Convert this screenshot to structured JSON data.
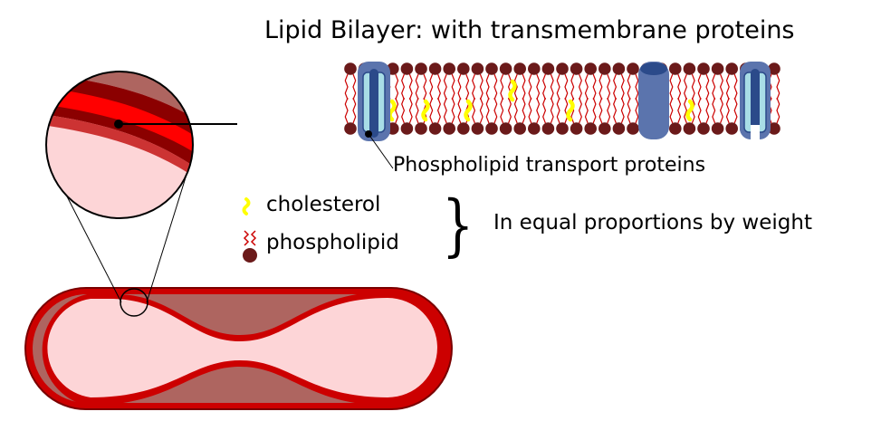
{
  "title": "Lipid Bilayer: with transmembrane proteins",
  "labels": {
    "transport_proteins": "Phospholipid transport proteins",
    "equal_proportions": "In equal proportions by weight"
  },
  "legend": {
    "cholesterol": "cholesterol",
    "phospholipid": "phospholipid"
  },
  "colors": {
    "membrane_red": "#cc0000",
    "bright_red": "#ff0000",
    "dark_red": "#8b0000",
    "cell_interior": "#fdd5d7",
    "cell_concave": "#ae6560",
    "head_maroon": "#6b1a1a",
    "protein_blue": "#5b74ad",
    "protein_dark": "#2b4a8a",
    "protein_light": "#a8dde6",
    "cholesterol_yellow": "#ffff00"
  },
  "icons": [
    "brace-icon",
    "cholesterol-icon",
    "phospholipid-icon"
  ]
}
